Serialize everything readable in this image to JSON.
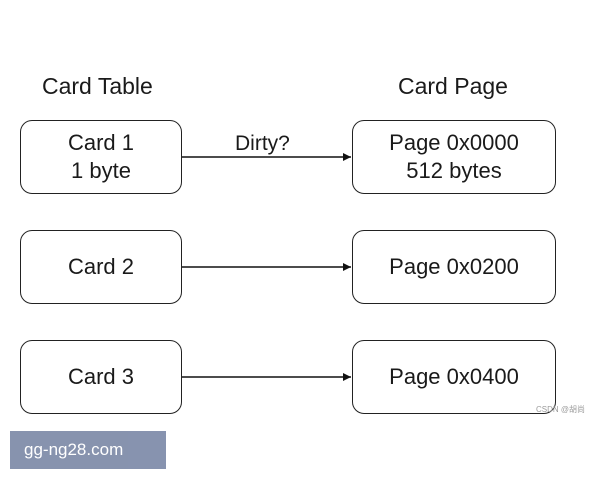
{
  "headers": {
    "card_table": "Card Table",
    "card_page": "Card Page"
  },
  "cards": [
    {
      "title": "Card 1",
      "detail": "1 byte"
    },
    {
      "title": "Card 2",
      "detail": ""
    },
    {
      "title": "Card 3",
      "detail": ""
    }
  ],
  "pages": [
    {
      "title": "Page 0x0000",
      "detail": "512 bytes"
    },
    {
      "title": "Page 0x0200",
      "detail": ""
    },
    {
      "title": "Page 0x0400",
      "detail": ""
    }
  ],
  "edges": [
    {
      "from": "Card 1",
      "to": "Page 0x0000",
      "label": "Dirty?"
    },
    {
      "from": "Card 2",
      "to": "Page 0x0200",
      "label": ""
    },
    {
      "from": "Card 3",
      "to": "Page 0x0400",
      "label": ""
    }
  ],
  "watermark": {
    "csdn": "CSDN @胡尚",
    "url": "gg-ng28.com"
  }
}
